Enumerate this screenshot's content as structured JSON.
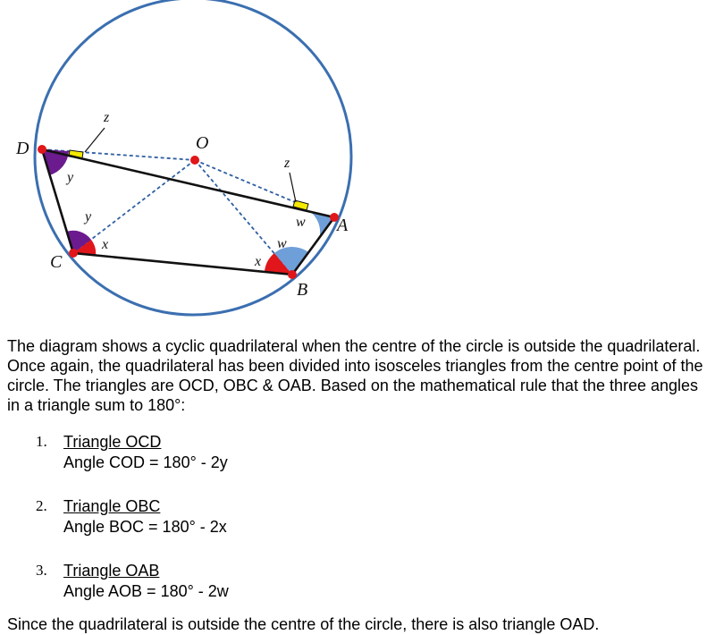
{
  "diagram": {
    "points": {
      "D": "D",
      "O": "O",
      "A": "A",
      "B": "B",
      "C": "C"
    },
    "angle_labels": {
      "z_top": "z",
      "z_right": "z",
      "y_at_d": "y",
      "y_at_c": "y",
      "x_at_c": "x",
      "x_at_b": "x",
      "w_at_a": "w",
      "w_at_b": "w"
    },
    "colors": {
      "circle": "#3b6fb0",
      "quadrilateral": "#111111",
      "dashed_lines": "#2f5fa3",
      "points": "#e0161b",
      "angle_purple": "#6b1b8e",
      "angle_red": "#e0161b",
      "angle_blue": "#6f9fd8",
      "right_angle": "#f4e900"
    }
  },
  "text": {
    "intro": "The diagram shows a cyclic quadrilateral when the centre of the circle is outside the quadrilateral. Once again, the quadrilateral has been divided into isosceles triangles from the centre point of the circle. The triangles are OCD, OBC & OAB. Based on the mathematical rule that the three angles in a triangle sum to 180°:",
    "items": [
      {
        "number": "1.",
        "title": "Triangle OCD",
        "equation": "Angle COD = 180° - 2y"
      },
      {
        "number": "2.",
        "title": "Triangle OBC",
        "equation": "Angle BOC = 180° - 2x"
      },
      {
        "number": "3.",
        "title": "Triangle OAB",
        "equation": "Angle AOB = 180° - 2w"
      }
    ],
    "closing": "Since the quadrilateral is outside the centre of the circle, there is also triangle OAD."
  }
}
